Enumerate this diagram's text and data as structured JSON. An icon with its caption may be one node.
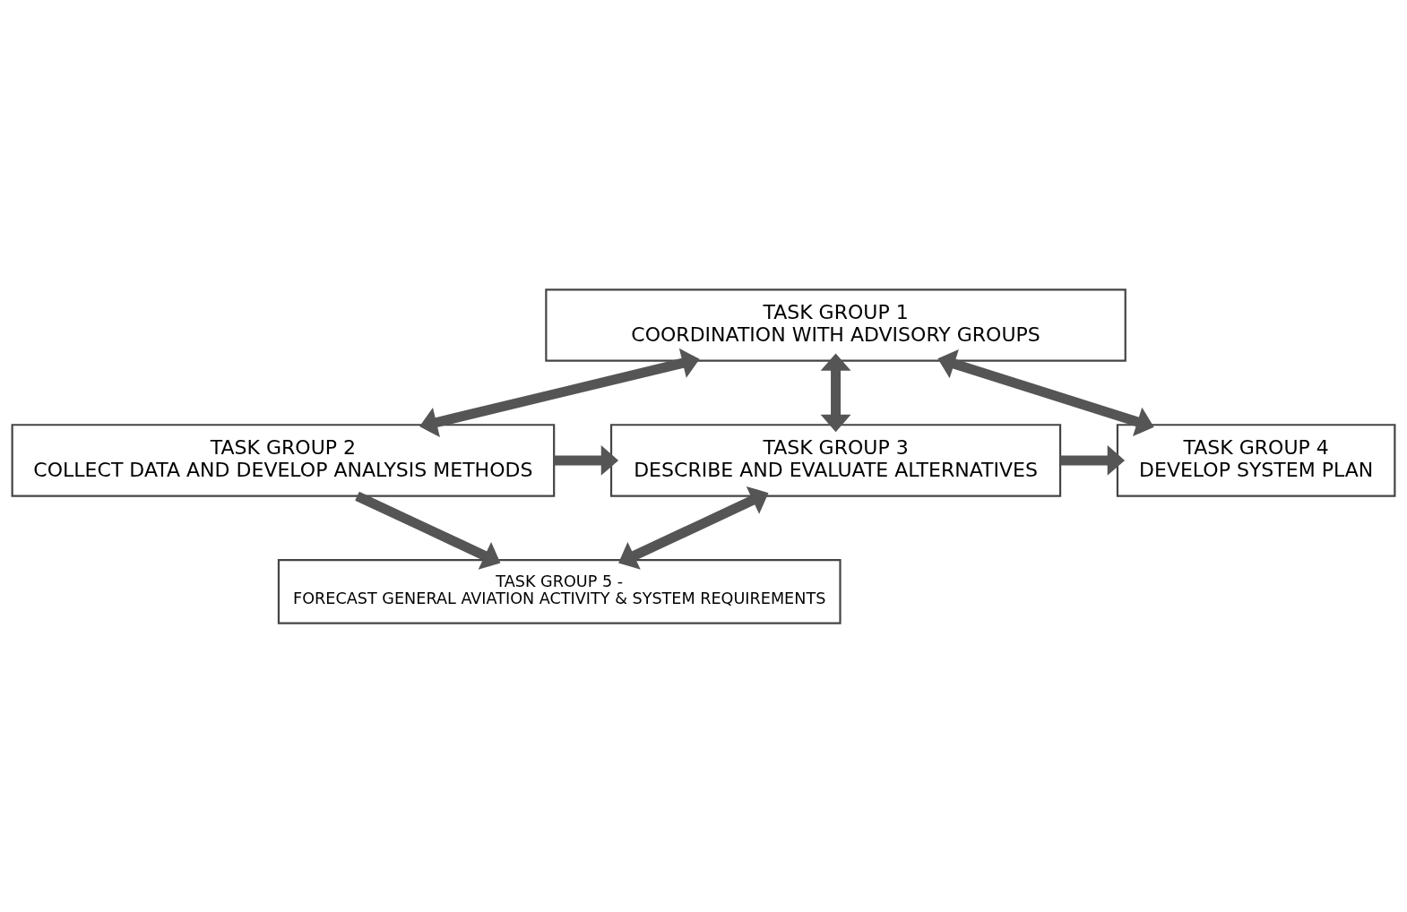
{
  "diagram": {
    "nodes": [
      {
        "text": [
          "TASK GROUP 1",
          "COORDINATION WITH ADVISORY GROUPS"
        ]
      },
      {
        "text": [
          "TASK GROUP 2",
          "COLLECT DATA AND DEVELOP ANALYSIS METHODS"
        ]
      },
      {
        "text": [
          "TASK GROUP 3",
          "DESCRIBE AND EVALUATE ALTERNATIVES"
        ]
      },
      {
        "text": [
          "TASK GROUP 4",
          "DEVELOP SYSTEM PLAN"
        ]
      },
      {
        "text": [
          "TASK GROUP 5 -",
          "FORECAST GENERAL AVIATION ACTIVITY & SYSTEM REQUIREMENTS"
        ]
      }
    ],
    "edges": [
      {
        "from": 0,
        "to": 1,
        "arrow": "both"
      },
      {
        "from": 0,
        "to": 2,
        "arrow": "both"
      },
      {
        "from": 0,
        "to": 3,
        "arrow": "both"
      },
      {
        "from": 1,
        "to": 2,
        "arrow": "to"
      },
      {
        "from": 2,
        "to": 3,
        "arrow": "to"
      },
      {
        "from": 1,
        "to": 4,
        "arrow": "to"
      },
      {
        "from": 2,
        "to": 4,
        "arrow": "both"
      }
    ]
  }
}
